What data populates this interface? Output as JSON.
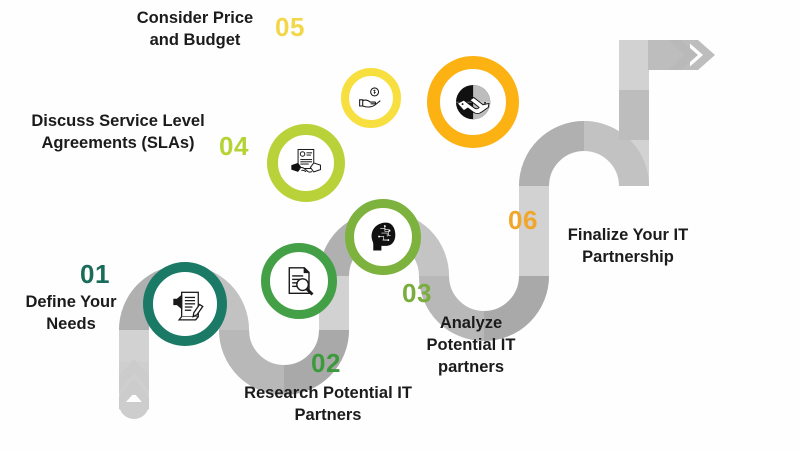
{
  "graphic": {
    "type": "process-flow-infographic",
    "background": "#fefefe",
    "ribbon": {
      "light_gray": "#d4d4d4",
      "mid_gray": "#bcbcbc",
      "dark_gray": "#a8a8a8",
      "start_marker": "chevron-up-arrow",
      "end_marker": "chevron-right-arrow"
    },
    "label_color": "#1b1b1b"
  },
  "steps": [
    {
      "number": "01",
      "number_color": "#1b6b5a",
      "ring_color": "#1b7a66",
      "label": "Define Your\nNeeds",
      "icon": "document-with-pencil-and-megaphone-icon"
    },
    {
      "number": "02",
      "number_color": "#3c9a3c",
      "ring_color": "#44a047",
      "label": "Research Potential IT\nPartners",
      "icon": "document-with-magnifier-icon"
    },
    {
      "number": "03",
      "number_color": "#79ad3c",
      "ring_color": "#7db23f",
      "label": "Analyze\nPotential IT\npartners",
      "icon": "head-with-circuit-brain-icon"
    },
    {
      "number": "04",
      "number_color": "#b5d334",
      "ring_color": "#b9d23a",
      "label": "Discuss Service Level\nAgreements (SLAs)",
      "icon": "contract-handshake-icon"
    },
    {
      "number": "05",
      "number_color": "#f2d74a",
      "ring_color": "#f7df3f",
      "label": "Consider Price\nand Budget",
      "icon": "hand-holding-coin-icon"
    },
    {
      "number": "06",
      "number_color": "#f0a62a",
      "ring_color": "#fbb212",
      "label": "Finalize Your IT\nPartnership",
      "icon": "handshake-circle-icon"
    }
  ]
}
